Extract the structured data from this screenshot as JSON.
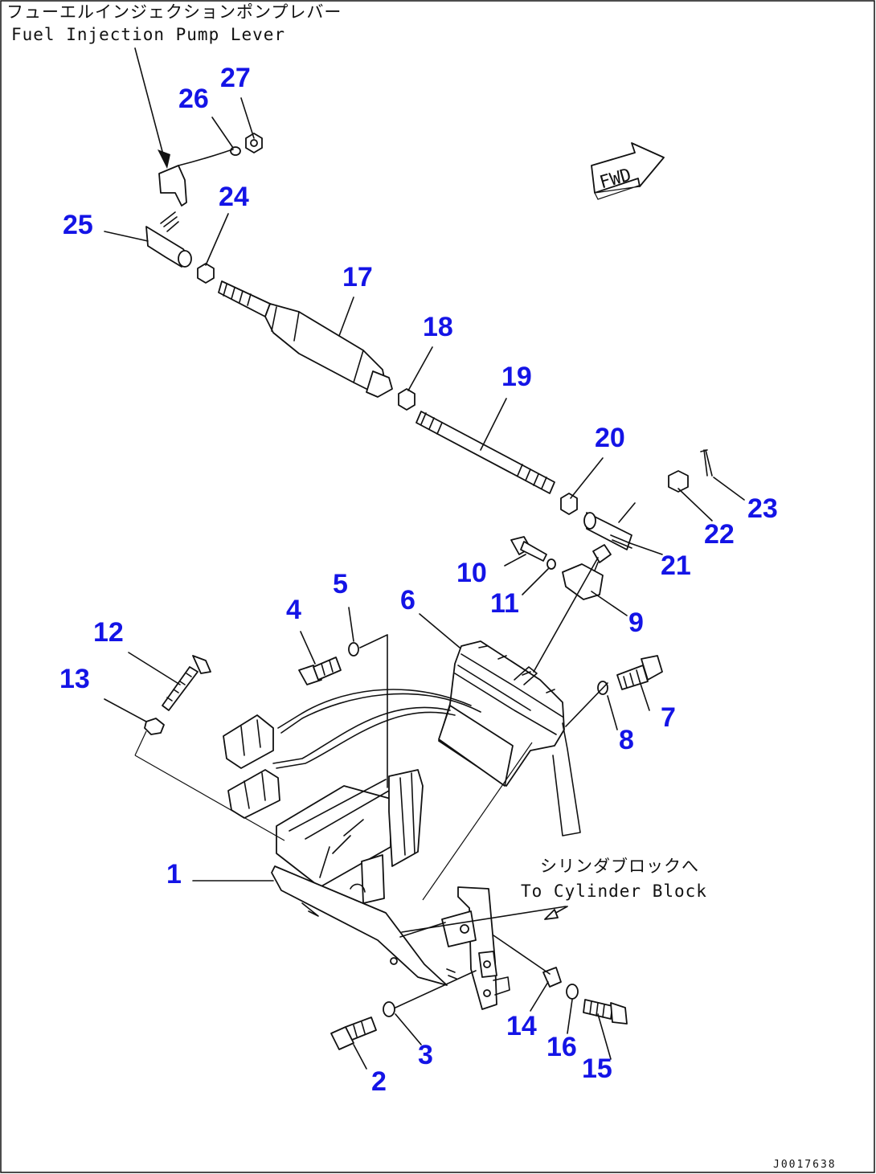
{
  "notes": {
    "fuel_pump_jp": "フューエルインジェクションポンプレバー",
    "fuel_pump_en": "Fuel Injection Pump Lever",
    "cylinder_block_jp": "シリンダブロックへ",
    "cylinder_block_en": "To Cylinder Block",
    "fwd": "FWD"
  },
  "drawing_id": "J0017638",
  "part_numbers": [
    "1",
    "2",
    "3",
    "4",
    "5",
    "6",
    "7",
    "8",
    "9",
    "10",
    "11",
    "12",
    "13",
    "14",
    "15",
    "16",
    "17",
    "18",
    "19",
    "20",
    "21",
    "22",
    "23",
    "24",
    "25",
    "26",
    "27"
  ]
}
